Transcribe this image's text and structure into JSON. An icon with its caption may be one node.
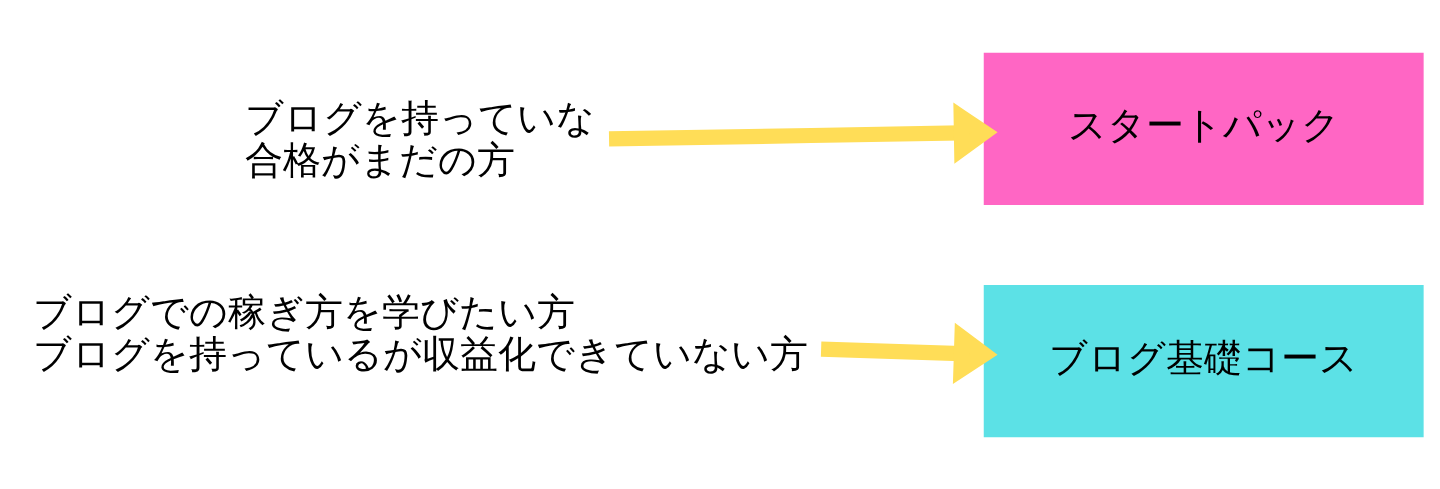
{
  "diagram": {
    "nodes": [
      {
        "text": [
          "ブログを持っていな",
          "合格がまだの方"
        ]
      },
      {
        "text": [
          "スタートパック"
        ]
      },
      {
        "text": [
          "ブログでの稼ぎ方を学びたい方",
          "ブログを持っているが収益化できていない方"
        ]
      },
      {
        "text": [
          "ブログ基礎コース"
        ]
      }
    ],
    "edges": [
      {
        "from": 0,
        "to": 1,
        "arrow": "to"
      },
      {
        "from": 2,
        "to": 3,
        "arrow": "to"
      }
    ]
  }
}
